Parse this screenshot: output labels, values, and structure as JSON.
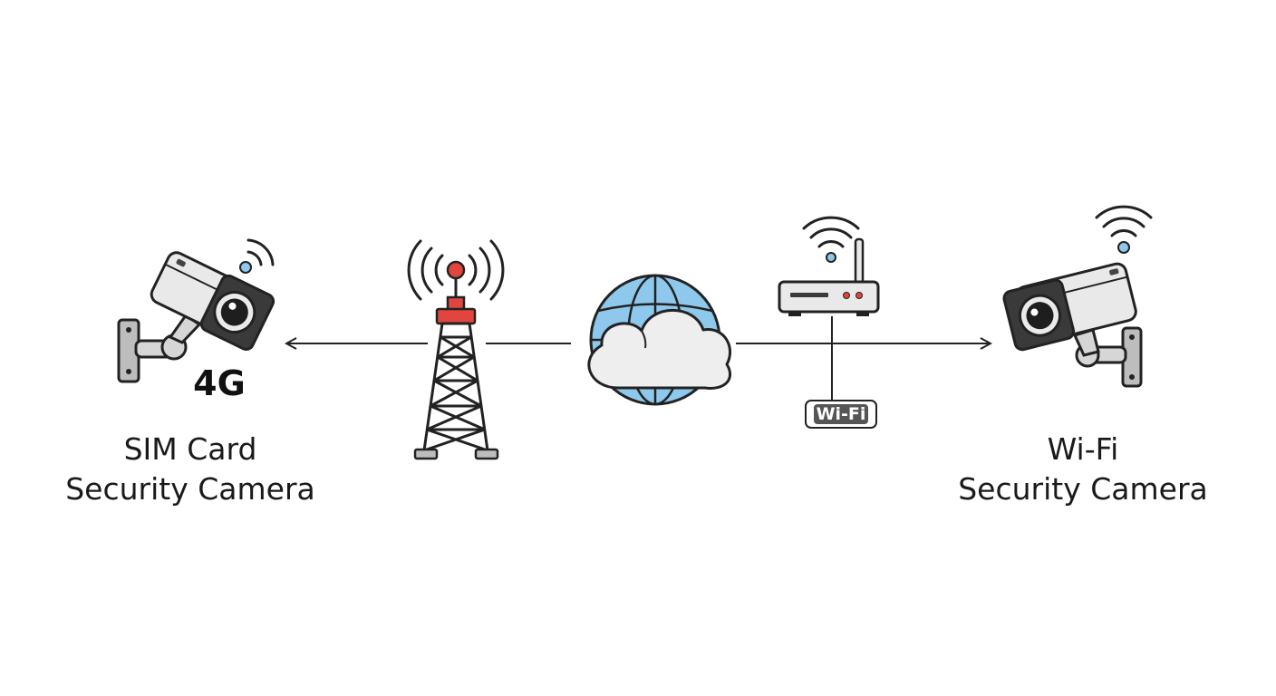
{
  "diagram": {
    "left_camera": {
      "badge": "4G",
      "label_line1": "SIM Card",
      "label_line2": "Security Camera"
    },
    "right_camera": {
      "label_line1": "Wi-Fi",
      "label_line2": "Security Camera"
    },
    "router_badge": "Wi-Fi",
    "icons": [
      "security-camera-icon",
      "cell-tower-icon",
      "cloud-globe-icon",
      "router-icon",
      "wifi-signal-icon"
    ],
    "colors": {
      "stroke": "#222222",
      "tower_red": "#e0463d",
      "globe_blue": "#8ec8ec",
      "cloud_fill": "#eeeeee",
      "camera_body": "#e9e9e9",
      "lens_dark": "#2b2b2b",
      "wifi_dot": "#8ec8ec"
    }
  }
}
